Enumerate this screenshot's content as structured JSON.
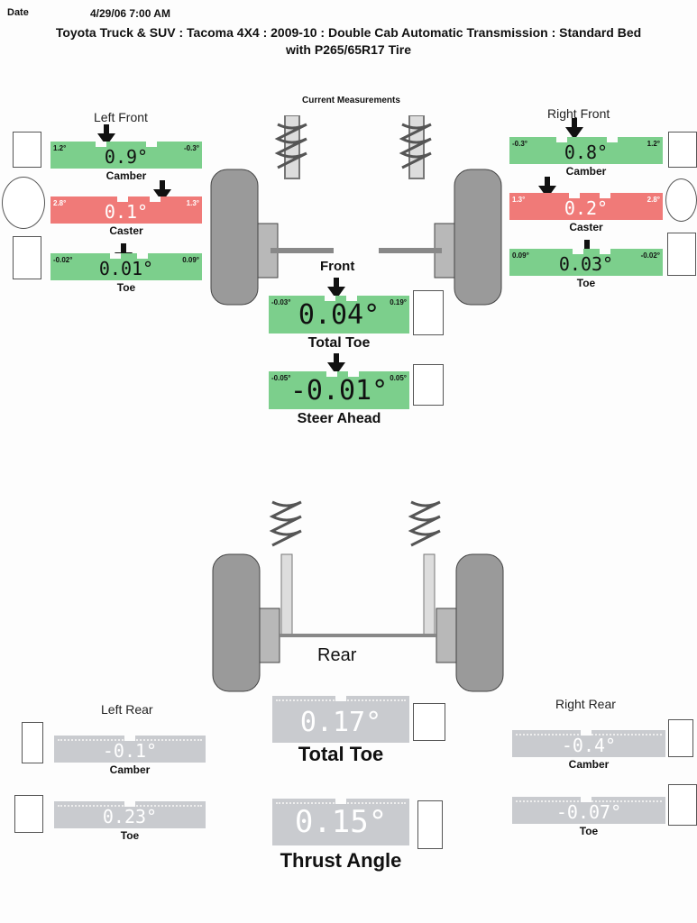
{
  "header": {
    "date_label": "Date",
    "timestamp": "4/29/06 7:00 AM",
    "title_line1": "Toyota Truck & SUV : Tacoma 4X4 : 2009-10 : Double Cab Automatic Transmission : Standard Bed",
    "title_line2": "with P265/65R17 Tire",
    "current_measurements": "Current Measurements"
  },
  "front": {
    "label": "Front",
    "left_title": "Left Front",
    "right_title": "Right Front",
    "left": {
      "camber": {
        "label": "Camber",
        "value": "0.9°",
        "min": "1.2°",
        "max": "-0.3°"
      },
      "caster": {
        "label": "Caster",
        "value": "0.1°",
        "min": "2.8°",
        "max": "1.3°"
      },
      "toe": {
        "label": "Toe",
        "value": "0.01°",
        "min": "-0.02°",
        "max": "0.09°"
      }
    },
    "right": {
      "camber": {
        "label": "Camber",
        "value": "0.8°",
        "min": "-0.3°",
        "max": "1.2°"
      },
      "caster": {
        "label": "Caster",
        "value": "0.2°",
        "min": "1.3°",
        "max": "2.8°"
      },
      "toe": {
        "label": "Toe",
        "value": "0.03°",
        "min": "0.09°",
        "max": "-0.02°"
      }
    },
    "total_toe": {
      "label": "Total Toe",
      "value": "0.04°",
      "min": "-0.03°",
      "max": "0.19°"
    },
    "steer_ahead": {
      "label": "Steer Ahead",
      "value": "-0.01°",
      "min": "-0.05°",
      "max": "0.05°"
    }
  },
  "rear": {
    "label": "Rear",
    "left_title": "Left Rear",
    "right_title": "Right Rear",
    "left": {
      "camber": {
        "label": "Camber",
        "value": "-0.1°"
      },
      "toe": {
        "label": "Toe",
        "value": "0.23°"
      }
    },
    "right": {
      "camber": {
        "label": "Camber",
        "value": "-0.4°"
      },
      "toe": {
        "label": "Toe",
        "value": "-0.07°"
      }
    },
    "total_toe": {
      "label": "Total Toe",
      "value": "0.17°"
    },
    "thrust_angle": {
      "label": "Thrust Angle",
      "value": "0.15°"
    }
  },
  "colors": {
    "in_spec": "#7ccf8c",
    "out_of_spec": "#f07a78",
    "no_spec": "#c9cbcf"
  }
}
